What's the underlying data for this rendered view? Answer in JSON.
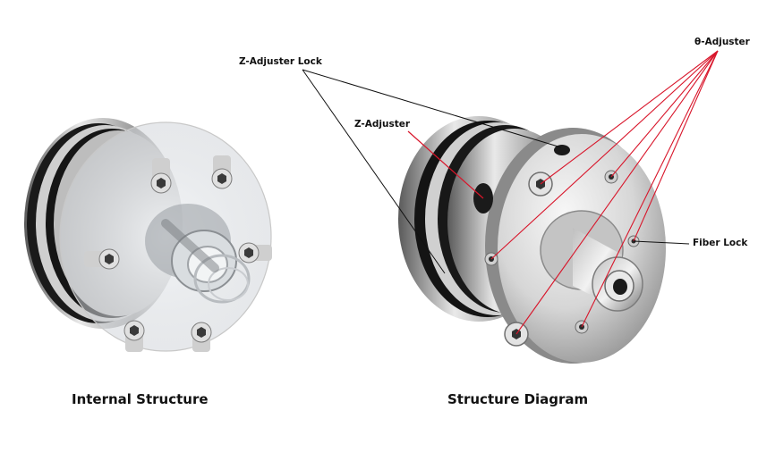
{
  "captions": {
    "left": "Internal Structure",
    "right": "Structure Diagram"
  },
  "callouts": {
    "z_adjuster_lock": "Z-Adjuster Lock",
    "z_adjuster": "Z-Adjuster",
    "theta_adjuster": "θ-Adjuster",
    "fiber_lock": "Fiber Lock"
  },
  "colors": {
    "leader_black": "#111111",
    "leader_red": "#d8152a",
    "metal_light": "#e8e8e8",
    "metal_dark": "#6f6f6f",
    "ring_black": "#141414"
  },
  "illustrations": {
    "left_icon": "fiber-collimator-internal-icon",
    "right_icon": "fiber-collimator-exterior-icon"
  }
}
